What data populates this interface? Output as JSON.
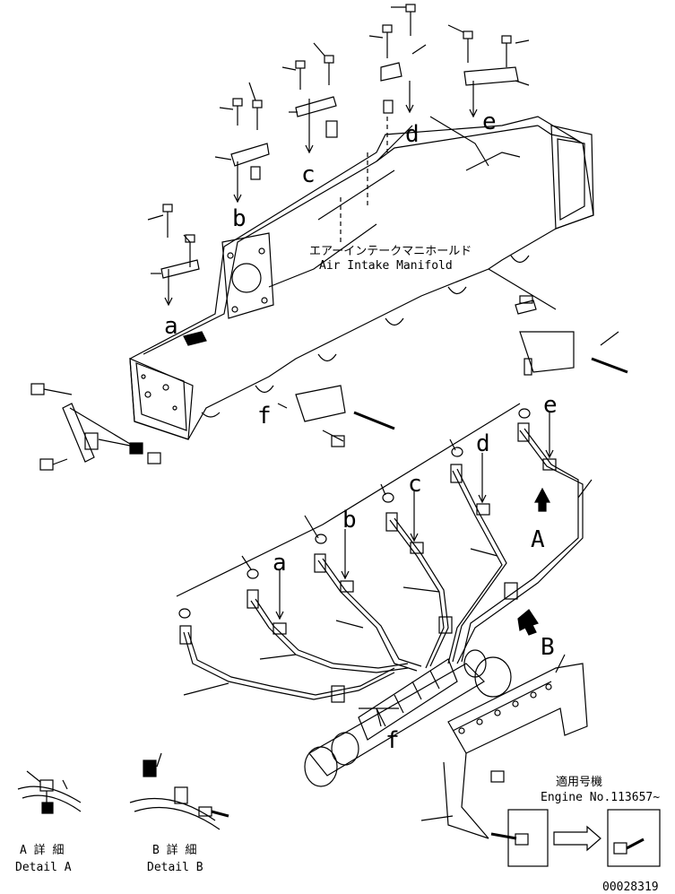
{
  "callouts": {
    "manifold_jp": "エアーインテークマニホールド",
    "manifold_en": "Air Intake Manifold",
    "detail_a_jp": "A 詳 細",
    "detail_a_en": "Detail A",
    "detail_b_jp": "B 詳 細",
    "detail_b_en": "Detail B",
    "applicable_jp": "適用号機",
    "engine_no": "Engine No.113657~",
    "part_code": "00028319"
  },
  "letters": {
    "a1": "a",
    "b1": "b",
    "c1": "c",
    "d1": "d",
    "e1": "e",
    "f1": "f",
    "a2": "a",
    "b2": "b",
    "c2": "c",
    "d2": "d",
    "e2": "e",
    "f2": "f",
    "A": "A",
    "B": "B"
  }
}
